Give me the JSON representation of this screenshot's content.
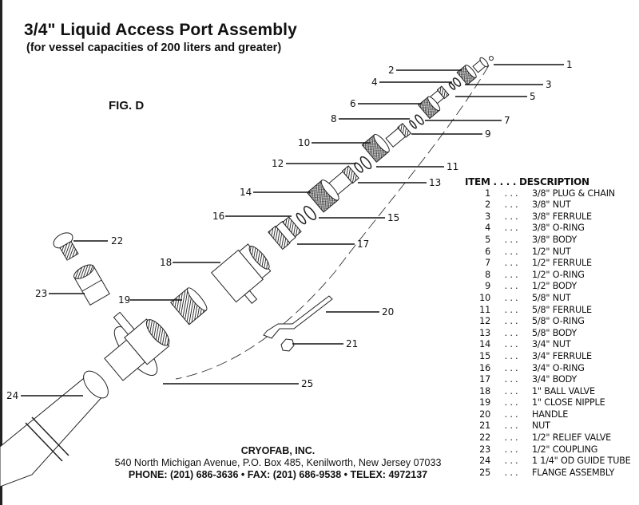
{
  "header": {
    "title": "3/4\" Liquid Access Port Assembly",
    "subtitle": "(for vessel capacities of 200 liters and greater)",
    "figure_label": "FIG. D"
  },
  "parts_list": {
    "header_item": "ITEM",
    "header_dots": ". . . .",
    "header_desc": "DESCRIPTION",
    "row_dots": ". . .",
    "items": [
      {
        "num": "1",
        "desc": "3/8\" PLUG & CHAIN"
      },
      {
        "num": "2",
        "desc": "3/8\" NUT"
      },
      {
        "num": "3",
        "desc": "3/8\" FERRULE"
      },
      {
        "num": "4",
        "desc": "3/8\" O-RING"
      },
      {
        "num": "5",
        "desc": "3/8\" BODY"
      },
      {
        "num": "6",
        "desc": "1/2\" NUT"
      },
      {
        "num": "7",
        "desc": "1/2\" FERRULE"
      },
      {
        "num": "8",
        "desc": "1/2\" O-RING"
      },
      {
        "num": "9",
        "desc": "1/2\"  BODY"
      },
      {
        "num": "10",
        "desc": "5/8\" NUT"
      },
      {
        "num": "11",
        "desc": "5/8\" FERRULE"
      },
      {
        "num": "12",
        "desc": "5/8\" O-RING"
      },
      {
        "num": "13",
        "desc": "5/8\" BODY"
      },
      {
        "num": "14",
        "desc": "3/4\" NUT"
      },
      {
        "num": "15",
        "desc": "3/4\" FERRULE"
      },
      {
        "num": "16",
        "desc": "3/4\" O-RING"
      },
      {
        "num": "17",
        "desc": "3/4\" BODY"
      },
      {
        "num": "18",
        "desc": "1\" BALL VALVE"
      },
      {
        "num": "19",
        "desc": "1\" CLOSE NIPPLE"
      },
      {
        "num": "20",
        "desc": "HANDLE"
      },
      {
        "num": "21",
        "desc": "NUT"
      },
      {
        "num": "22",
        "desc": "1/2\" RELIEF VALVE"
      },
      {
        "num": "23",
        "desc": "1/2\" COUPLING"
      },
      {
        "num": "24",
        "desc": "1 1/4\" OD GUIDE TUBE"
      },
      {
        "num": "25",
        "desc": "FLANGE ASSEMBLY"
      }
    ]
  },
  "callouts": [
    "1",
    "2",
    "3",
    "4",
    "5",
    "6",
    "7",
    "8",
    "9",
    "10",
    "11",
    "12",
    "13",
    "14",
    "15",
    "16",
    "17",
    "18",
    "19",
    "20",
    "21",
    "22",
    "23",
    "24",
    "25"
  ],
  "footer": {
    "company": "CRYOFAB, INC.",
    "address": "540 North Michigan Avenue, P.O. Box 485, Kenilworth, New Jersey 07033",
    "contact": "PHONE: (201) 686-3636 • FAX: (201) 686-9538 • TELEX: 4972137"
  }
}
